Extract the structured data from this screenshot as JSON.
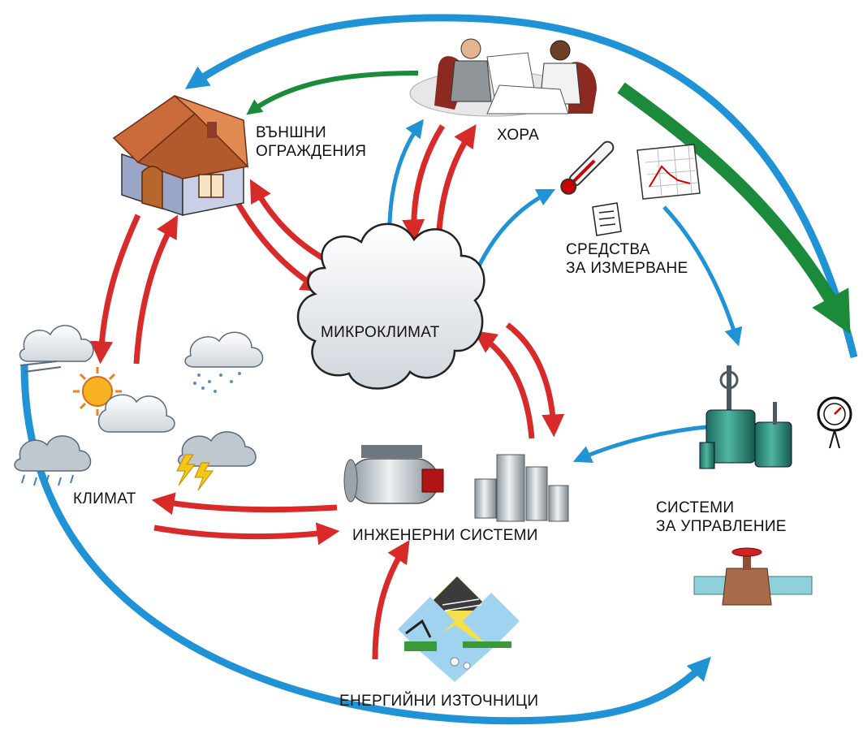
{
  "labels": {
    "external_envelope": [
      "ВЪНШНИ",
      "ОГРАЖДЕНИЯ"
    ],
    "people": "ХОРА",
    "measuring": [
      "СРЕДСТВА",
      "ЗА ИЗМЕРВАНЕ"
    ],
    "microclimate": "МИКРОКЛИМАТ",
    "climate": "КЛИМАТ",
    "engineering": "ИНЖЕНЕРНИ СИСТЕМИ",
    "control": [
      "СИСТЕМИ",
      "ЗА УПРАВЛЕНИЕ"
    ],
    "energy": "ЕНЕРГИЙНИ ИЗТОЧНИЦИ"
  },
  "icons": [
    "house-icon",
    "people-icon",
    "thermometer-icon",
    "graph-icon",
    "report-icon",
    "cloud-icon",
    "weather-icon",
    "sun-cloud-icon",
    "snow-cloud-icon",
    "rain-cloud-icon",
    "storm-cloud-icon",
    "boiler-icon",
    "heat-exchanger-icon",
    "valve-icon",
    "gauge-icon",
    "pipe-valve-icon",
    "energy-sources-icon"
  ],
  "colors": {
    "red": "#d92a2a",
    "blue": "#1f93d6",
    "green": "#1b8a3a"
  }
}
